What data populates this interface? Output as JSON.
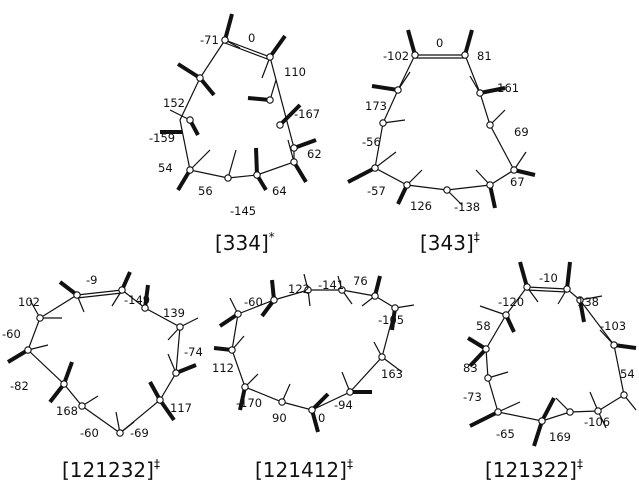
{
  "figure": {
    "panels": [
      {
        "id": "334",
        "title": "[334]",
        "superscript": "*",
        "torsions": [
          "-71",
          "0",
          "110",
          "152",
          "-167",
          "-159",
          "62",
          "54",
          "56",
          "64",
          "-145"
        ]
      },
      {
        "id": "343",
        "title": "[343]",
        "superscript": "‡",
        "torsions": [
          "0",
          "-102",
          "81",
          "173",
          "-161",
          "69",
          "-56",
          "-57",
          "126",
          "-138",
          "67"
        ]
      },
      {
        "id": "121232",
        "title": "[121232]",
        "superscript": "‡",
        "torsions": [
          "-9",
          "102",
          "-149",
          "139",
          "-60",
          "-74",
          "-82",
          "168",
          "117",
          "-60",
          "-69"
        ]
      },
      {
        "id": "121412",
        "title": "[121412]",
        "superscript": "‡",
        "torsions": [
          "-141",
          "122",
          "76",
          "-60",
          "-105",
          "163",
          "112",
          "-170",
          "90",
          "0",
          "-94"
        ]
      },
      {
        "id": "121322",
        "title": "[121322]",
        "superscript": "‡",
        "torsions": [
          "-10",
          "-120",
          "138",
          "58",
          "-103",
          "83",
          "54",
          "-73",
          "-106",
          "-65",
          "169"
        ]
      }
    ]
  }
}
